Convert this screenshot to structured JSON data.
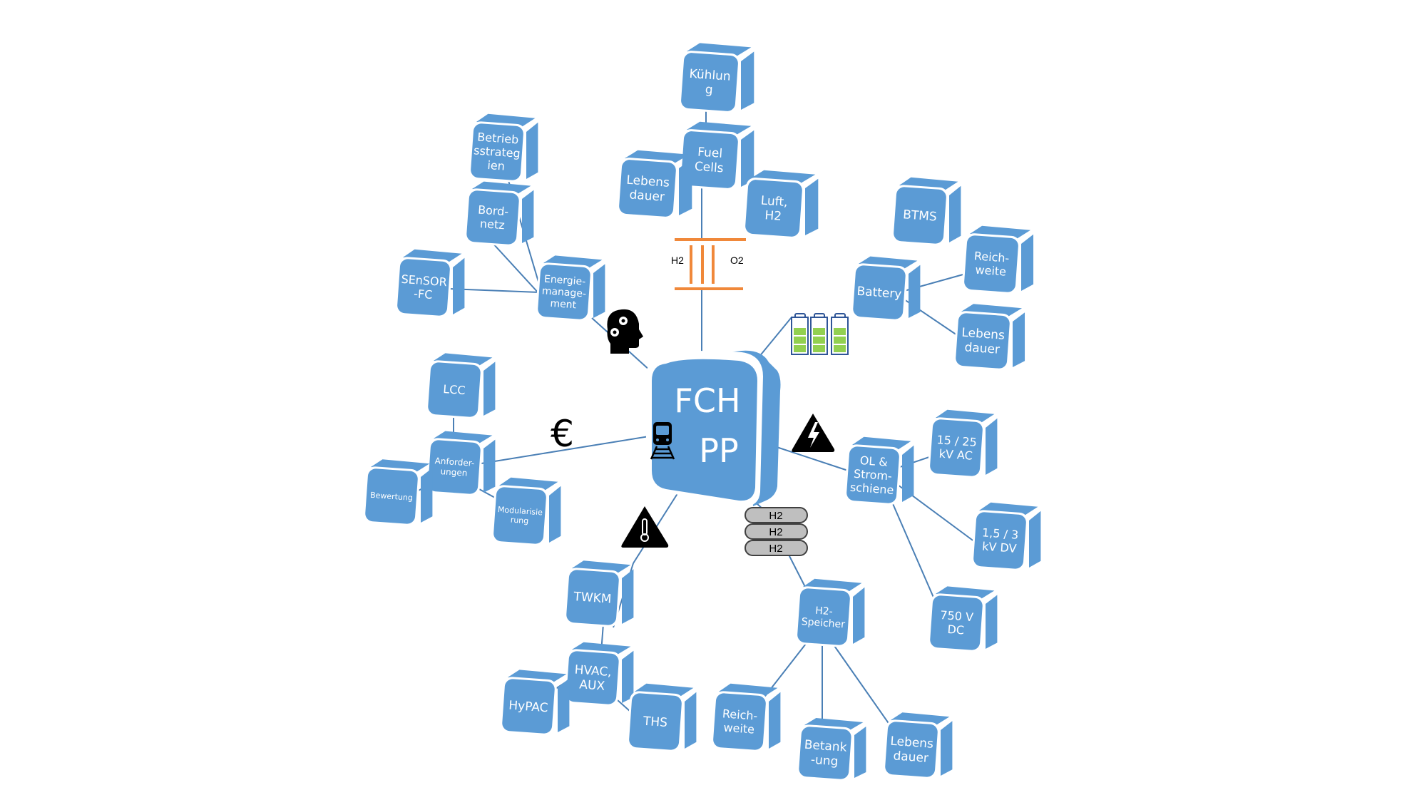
{
  "diagram": {
    "center": {
      "line1": "FCH",
      "line2": "PP",
      "icon": "train-icon"
    },
    "nodes": {
      "kuehlung": {
        "lines": [
          "Kühlun",
          "g"
        ]
      },
      "fuel_cells": {
        "lines": [
          "Fuel",
          "Cells"
        ]
      },
      "fc_lebensdauer": {
        "lines": [
          "Lebens",
          "dauer"
        ]
      },
      "luft_h2": {
        "lines": [
          "Luft,",
          "H2"
        ]
      },
      "betriebsstrategien": {
        "lines": [
          "Betrieb",
          "sstrateg",
          "ien"
        ]
      },
      "bordnetz": {
        "lines": [
          "Bord-",
          "netz"
        ]
      },
      "sensor_fc": {
        "lines": [
          "SEnSOR",
          "-FC"
        ]
      },
      "energiemanagement": {
        "lines": [
          "Energie-",
          "manage-",
          "ment"
        ]
      },
      "btms": {
        "lines": [
          "BTMS"
        ]
      },
      "battery": {
        "lines": [
          "Battery"
        ]
      },
      "bat_reichweite": {
        "lines": [
          "Reich-",
          "weite"
        ]
      },
      "bat_lebensdauer": {
        "lines": [
          "Lebens",
          "dauer"
        ]
      },
      "lcc": {
        "lines": [
          "LCC"
        ]
      },
      "anforderungen": {
        "lines": [
          "Anforder-",
          "ungen"
        ]
      },
      "bewertung": {
        "lines": [
          "Bewertung"
        ]
      },
      "modularisierung": {
        "lines": [
          "Modularisie",
          "rung"
        ]
      },
      "ol_stromschiene": {
        "lines": [
          "OL &",
          "Strom-",
          "schiene"
        ]
      },
      "kv_ac": {
        "lines": [
          "15 / 25",
          "kV AC"
        ]
      },
      "kv_dv": {
        "lines": [
          "1,5 / 3",
          "kV DV"
        ]
      },
      "v_dc": {
        "lines": [
          "750 V",
          "DC"
        ]
      },
      "twkm": {
        "lines": [
          "TWKM"
        ]
      },
      "hvac_aux": {
        "lines": [
          "HVAC,",
          "AUX"
        ]
      },
      "hypac": {
        "lines": [
          "HyPAC"
        ]
      },
      "ths": {
        "lines": [
          "THS"
        ]
      },
      "h2_speicher": {
        "lines": [
          "H2-",
          "Speicher"
        ]
      },
      "h2_reichweite": {
        "lines": [
          "Reich-",
          "weite"
        ]
      },
      "betankung": {
        "lines": [
          "Betank",
          "-ung"
        ]
      },
      "h2_lebensdauer": {
        "lines": [
          "Lebens",
          "dauer"
        ]
      }
    },
    "fuel_cell_symbol": {
      "left_label": "H2",
      "right_label": "O2"
    },
    "h2_tanks": [
      "H2",
      "H2",
      "H2"
    ],
    "symbols": {
      "euro": "€",
      "head_gears": "head-gears-icon",
      "batteries": "batteries-icon",
      "high_voltage_warning": "high-voltage-warning-icon",
      "temperature_warning": "temperature-warning-icon"
    },
    "colors": {
      "cube": "#5b9bd5",
      "edge": "#4a7fb5",
      "fuel_cell": "#f0883a",
      "battery_fill": "#92d050",
      "battery_outline": "#2f5597",
      "tank": "#bfbfbf"
    }
  }
}
